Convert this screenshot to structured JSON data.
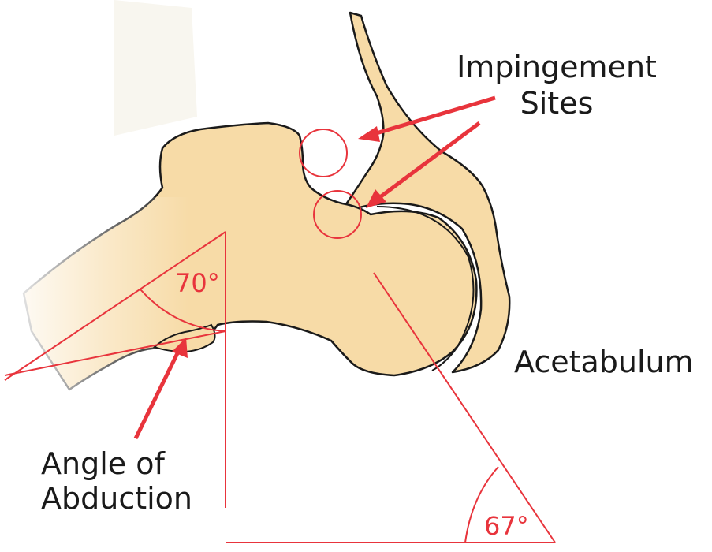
{
  "labels": {
    "impingement_line1": "Impingement",
    "impingement_line2": "Sites",
    "acetabulum": "Acetabulum",
    "abduction_line1": "Angle of",
    "abduction_line2": "Abduction"
  },
  "angles": {
    "upper": "70°",
    "lower": "67°"
  },
  "colors": {
    "bone_fill": "#f7dba7",
    "outline": "#1a1a1a",
    "accent_red": "#e8343c",
    "text": "#1a1a1a"
  }
}
